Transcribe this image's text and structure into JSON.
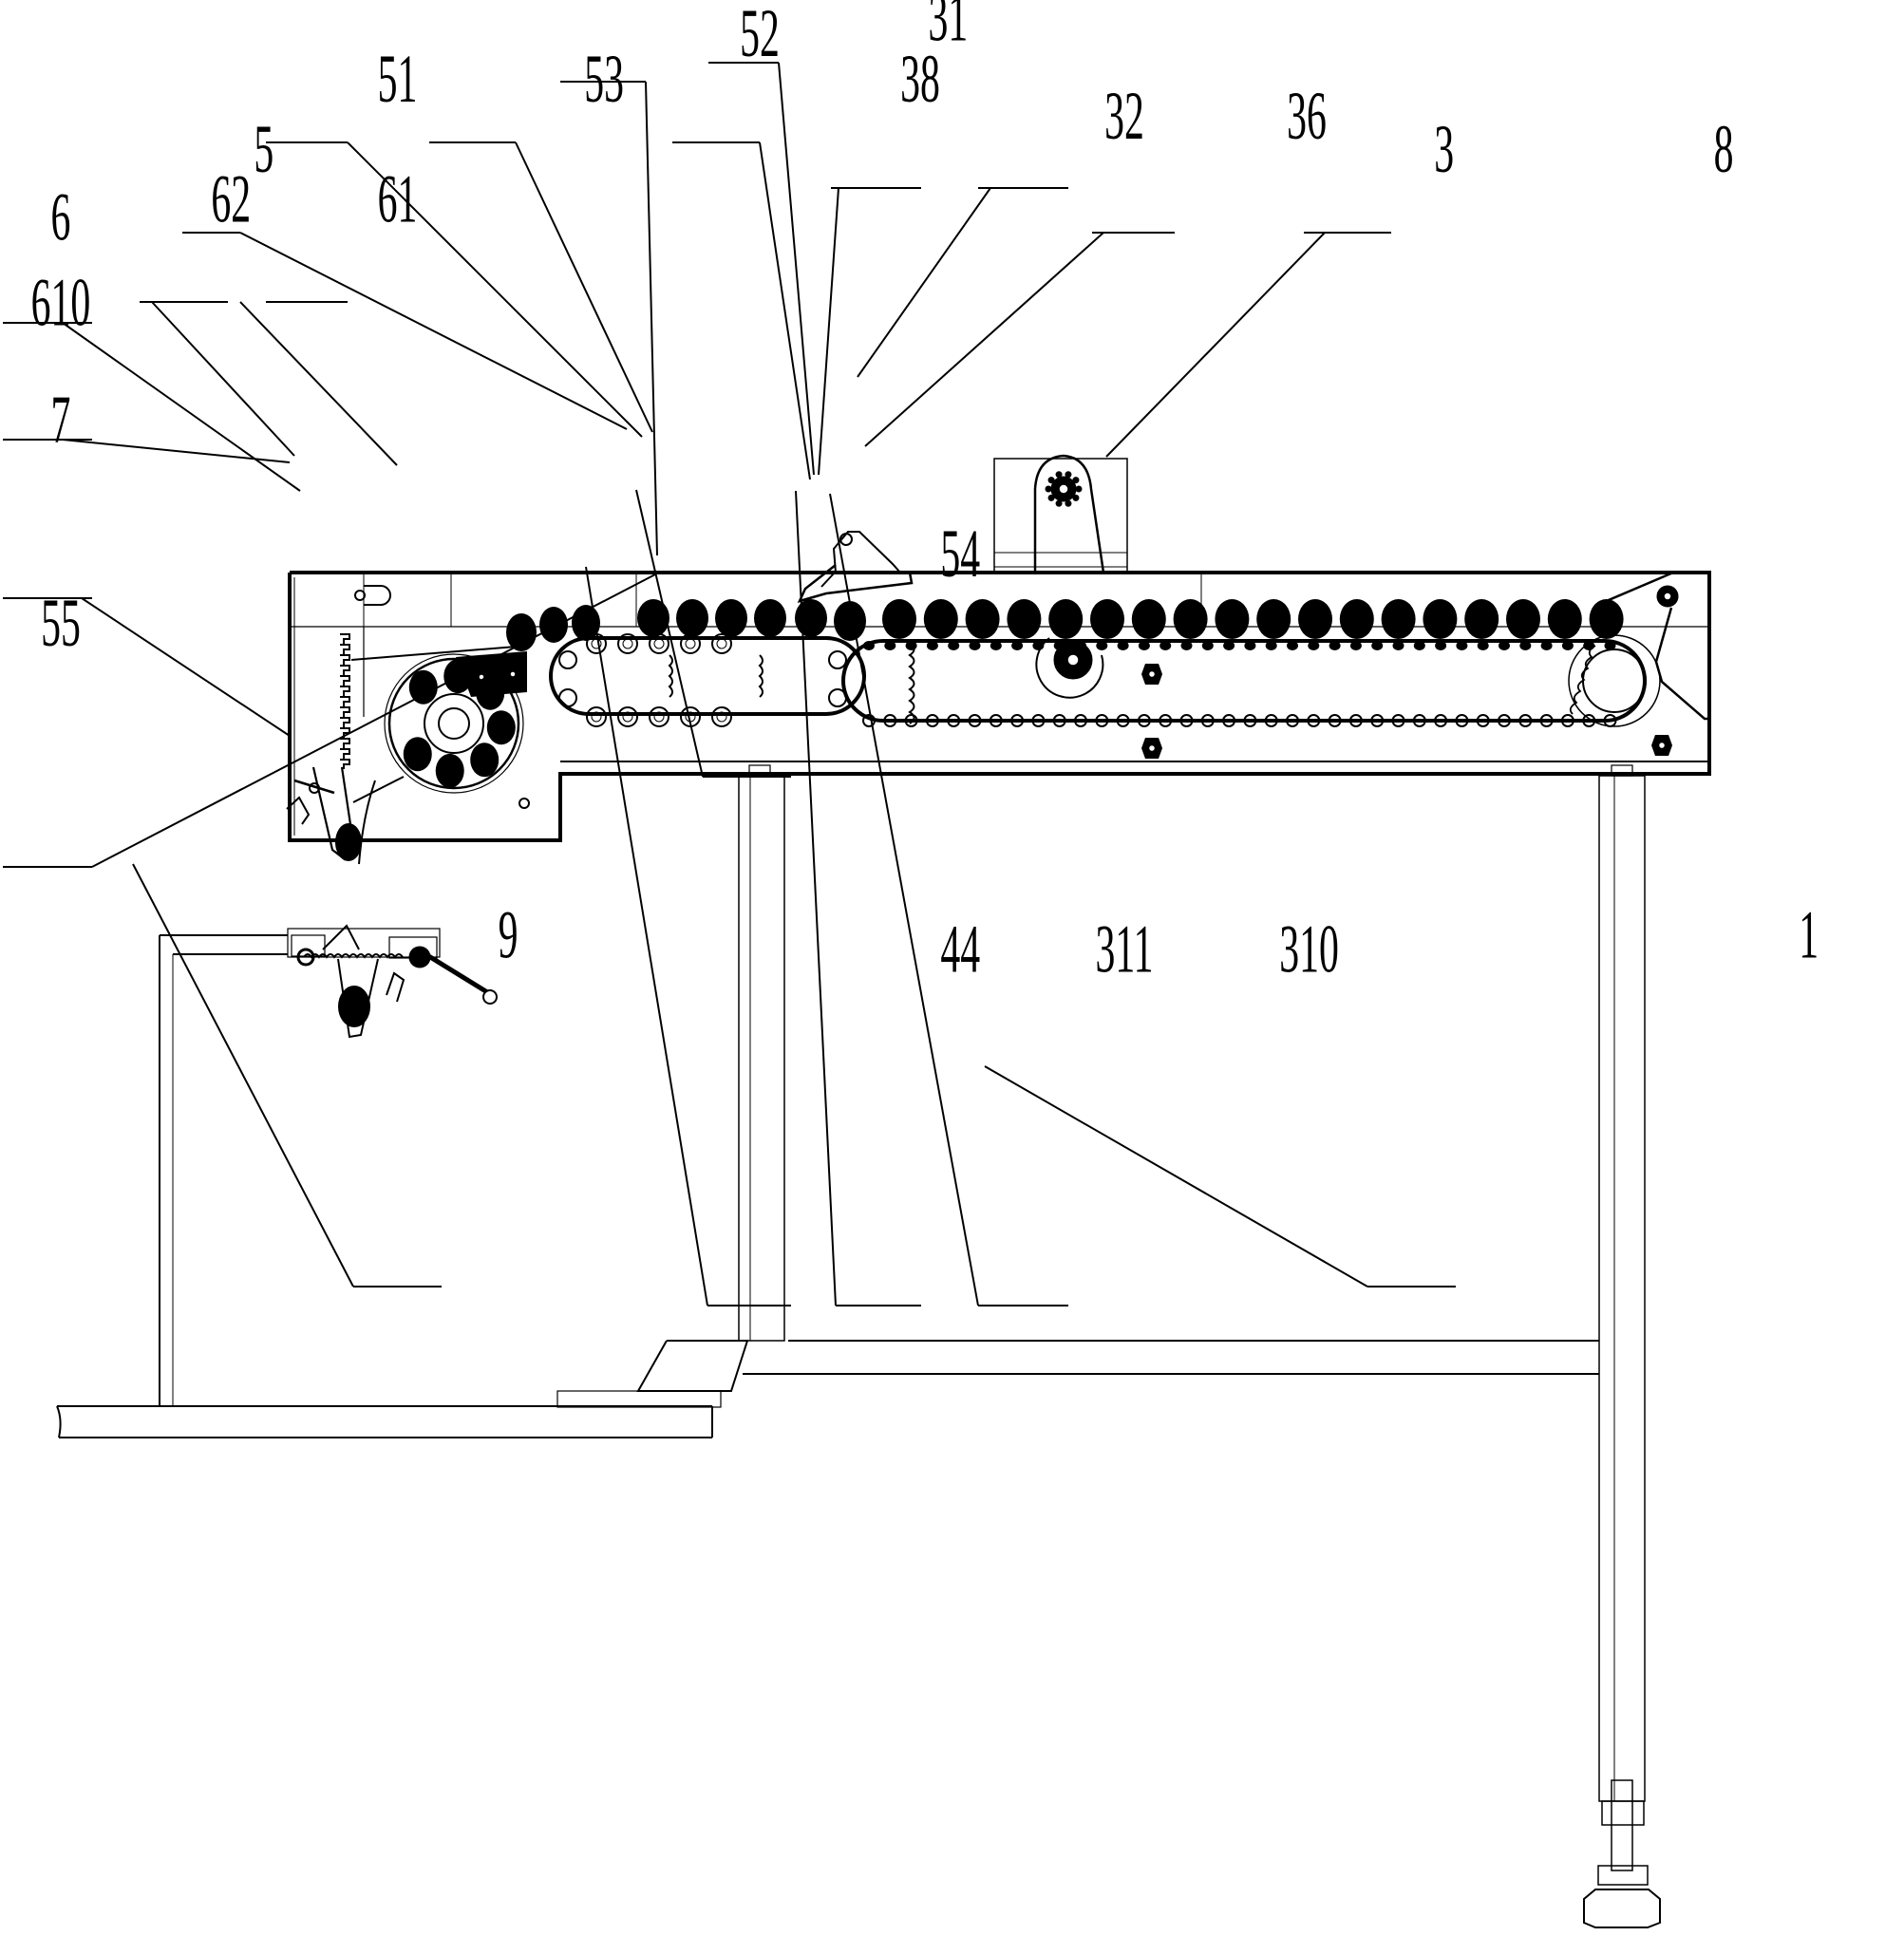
{
  "figure": {
    "type": "mechanical patent drawing",
    "view": "side elevation",
    "line_color": "#000000",
    "background": "#ffffff"
  },
  "reference_numerals": [
    {
      "id": "1",
      "text": "1"
    },
    {
      "id": "3",
      "text": "3"
    },
    {
      "id": "5",
      "text": "5"
    },
    {
      "id": "6",
      "text": "6"
    },
    {
      "id": "7",
      "text": "7"
    },
    {
      "id": "8",
      "text": "8"
    },
    {
      "id": "9",
      "text": "9"
    },
    {
      "id": "31",
      "text": "31"
    },
    {
      "id": "32",
      "text": "32"
    },
    {
      "id": "36",
      "text": "36"
    },
    {
      "id": "38",
      "text": "38"
    },
    {
      "id": "44",
      "text": "44"
    },
    {
      "id": "51",
      "text": "51"
    },
    {
      "id": "52",
      "text": "52"
    },
    {
      "id": "53",
      "text": "53"
    },
    {
      "id": "54",
      "text": "54"
    },
    {
      "id": "55",
      "text": "55"
    },
    {
      "id": "61",
      "text": "61"
    },
    {
      "id": "62",
      "text": "62"
    },
    {
      "id": "310",
      "text": "310"
    },
    {
      "id": "311",
      "text": "311"
    },
    {
      "id": "610",
      "text": "610"
    }
  ],
  "components": {
    "conveyor_balls_count": 26,
    "wheel_pockets": 8
  }
}
